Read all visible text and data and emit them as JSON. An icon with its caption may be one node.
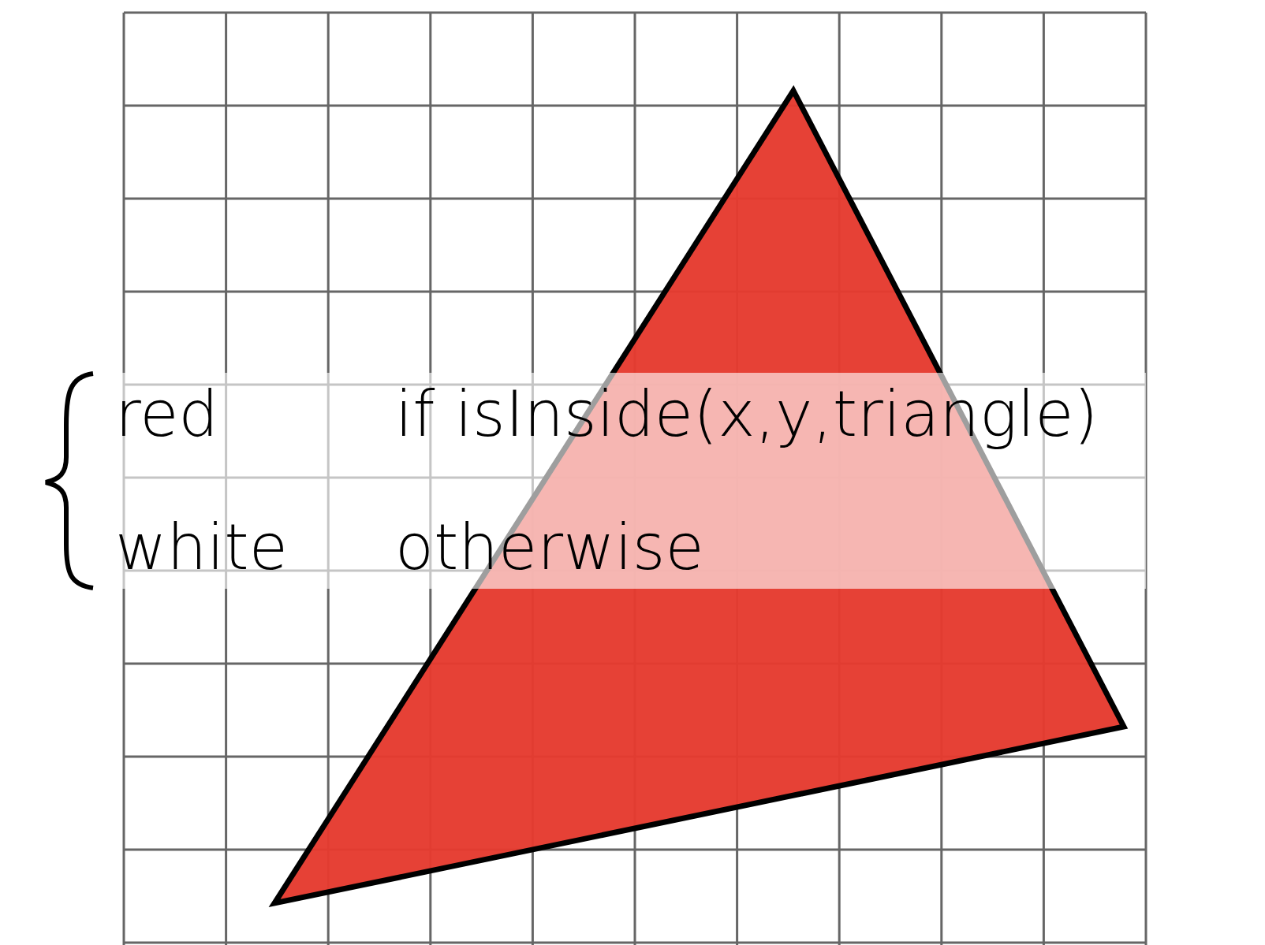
{
  "diagram": {
    "labels": [
      "red",
      "if isInside(x,y,triangle)",
      "white",
      "otherwise"
    ]
  }
}
